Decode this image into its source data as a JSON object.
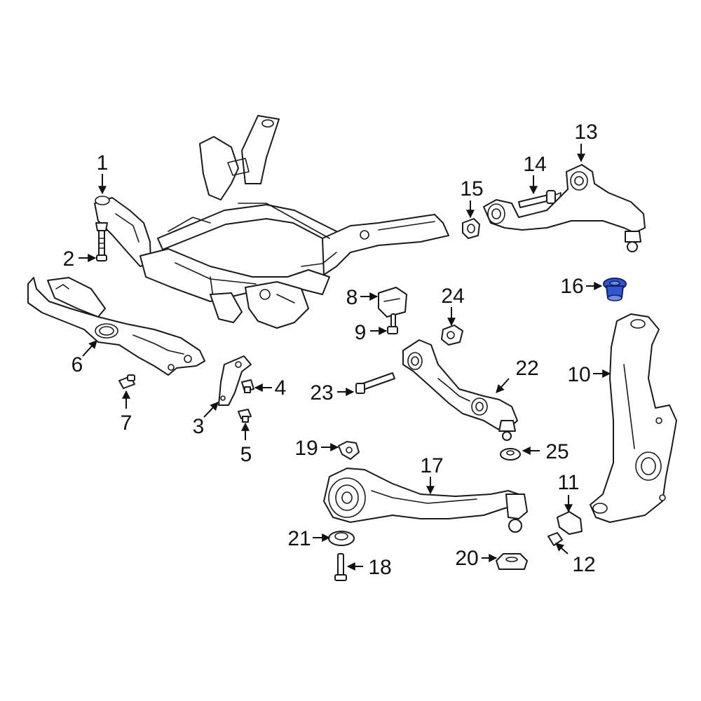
{
  "diagram": {
    "highlight_color": "#3355cc",
    "line_color": "#1a1a1a",
    "callouts": [
      {
        "id": "1",
        "label": "1"
      },
      {
        "id": "2",
        "label": "2"
      },
      {
        "id": "3",
        "label": "3"
      },
      {
        "id": "4",
        "label": "4"
      },
      {
        "id": "5",
        "label": "5"
      },
      {
        "id": "6",
        "label": "6"
      },
      {
        "id": "7",
        "label": "7"
      },
      {
        "id": "8",
        "label": "8"
      },
      {
        "id": "9",
        "label": "9"
      },
      {
        "id": "10",
        "label": "10"
      },
      {
        "id": "11",
        "label": "11"
      },
      {
        "id": "12",
        "label": "12"
      },
      {
        "id": "13",
        "label": "13"
      },
      {
        "id": "14",
        "label": "14"
      },
      {
        "id": "15",
        "label": "15"
      },
      {
        "id": "16",
        "label": "16",
        "highlighted": true
      },
      {
        "id": "17",
        "label": "17"
      },
      {
        "id": "18",
        "label": "18"
      },
      {
        "id": "19",
        "label": "19"
      },
      {
        "id": "20",
        "label": "20"
      },
      {
        "id": "21",
        "label": "21"
      },
      {
        "id": "22",
        "label": "22"
      },
      {
        "id": "23",
        "label": "23"
      },
      {
        "id": "24",
        "label": "24"
      },
      {
        "id": "25",
        "label": "25"
      }
    ]
  }
}
